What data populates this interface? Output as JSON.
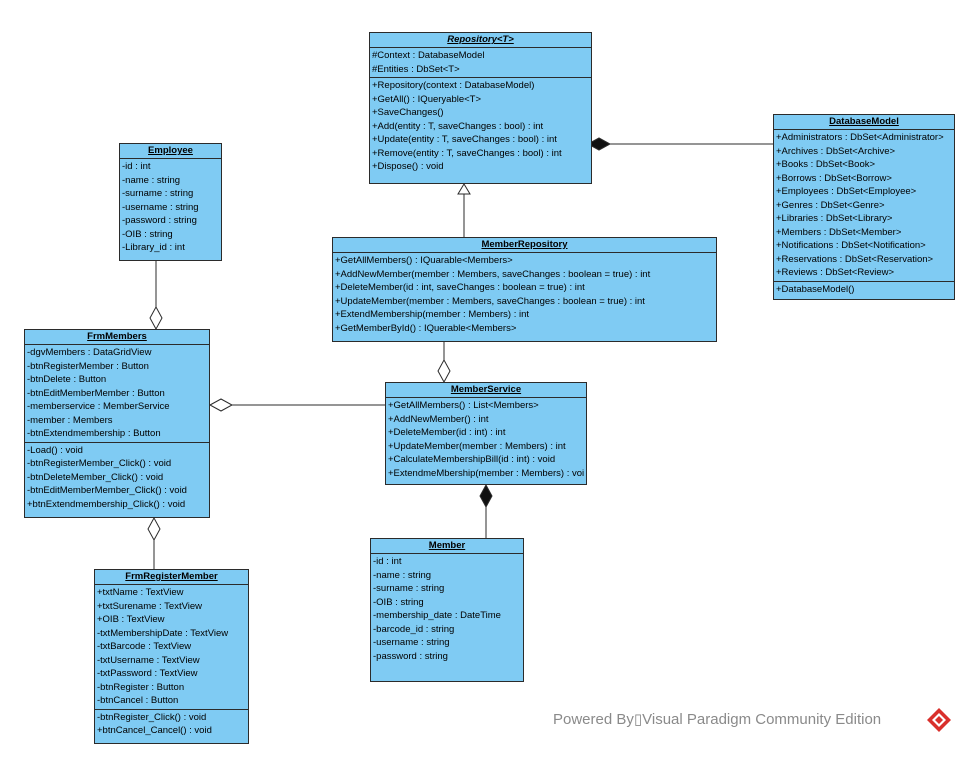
{
  "classes": {
    "repository": {
      "name": "Repository<T>",
      "attributes": [
        "#Context : DatabaseModel",
        "#Entities : DbSet<T>"
      ],
      "operations": [
        "+Repository(context : DatabaseModel)",
        "+GetAll() : IQueryable<T>",
        "+SaveChanges()",
        "+Add(entity : T, saveChanges : bool) : int",
        "+Update(entity : T, saveChanges : bool) : int",
        "+Remove(entity : T, saveChanges : bool) : int",
        "+Dispose() : void"
      ]
    },
    "database_model": {
      "name": "DatabaseModel",
      "attributes": [
        "+Administrators : DbSet<Administrator>",
        "+Archives : DbSet<Archive>",
        "+Books : DbSet<Book>",
        "+Borrows : DbSet<Borrow>",
        "+Employees : DbSet<Employee>",
        "+Genres : DbSet<Genre>",
        "+Libraries : DbSet<Library>",
        "+Members : DbSet<Member>",
        "+Notifications : DbSet<Notification>",
        "+Reservations : DbSet<Reservation>",
        "+Reviews : DbSet<Review>"
      ],
      "operations": [
        "+DatabaseModel()"
      ]
    },
    "employee": {
      "name": "Employee",
      "attributes": [
        "-id : int",
        "-name : string",
        "-surname : string",
        "-username : string",
        "-password : string",
        "-OIB : string",
        "-Library_id : int"
      ]
    },
    "member_repository": {
      "name": "MemberRepository",
      "operations": [
        "+GetAllMembers() : IQuarable<Members>",
        "+AddNewMember(member : Members, saveChanges : boolean = true) : int",
        "+DeleteMember(id : int, saveChanges : boolean = true) : int",
        "+UpdateMember(member : Members, saveChanges : boolean = true) : int",
        "+ExtendMembership(member : Members) : int",
        "+GetMemberById() : IQuerable<Members>"
      ]
    },
    "frm_members": {
      "name": "FrmMembers",
      "attributes": [
        "-dgvMembers : DataGridView",
        "-btnRegisterMember : Button",
        "-btnDelete : Button",
        "-btnEditMemberMember : Button",
        "-memberservice : MemberService",
        "-member : Members",
        "-btnExtendmembership : Button"
      ],
      "operations": [
        "-Load() : void",
        "-btnRegisterMember_Click() : void",
        "-btnDeleteMember_Click() : void",
        "-btnEditMemberMember_Click() : void",
        "+btnExtendmembership_Click() : void"
      ]
    },
    "member_service": {
      "name": "MemberService",
      "operations": [
        "+GetAllMembers() : List<Members>",
        "+AddNewMember() : int",
        "+DeleteMember(id : int) : int",
        "+UpdateMember(member : Members) : int",
        "+CalculateMembershipBill(id : int) : void",
        "+ExtendmeMbership(member : Members) : void"
      ]
    },
    "member": {
      "name": "Member",
      "attributes": [
        "-id : int",
        "-name : string",
        "-surname : string",
        "-OIB : string",
        "-membership_date : DateTime",
        "-barcode_id : string",
        "-username : string",
        "-password : string"
      ]
    },
    "frm_register_member": {
      "name": "FrmRegisterMember",
      "attributes": [
        "+txtName : TextView",
        "+txtSurename : TextView",
        "+OIB : TextView",
        "-txtMembershipDate : TextView",
        "-txtBarcode : TextView",
        "-txtUsername : TextView",
        "-txtPassword : TextView",
        "-btnRegister : Button",
        "-btnCancel : Button"
      ],
      "operations": [
        "-btnRegister_Click() : void",
        "+btnCancel_Cancel() : void"
      ]
    }
  },
  "watermark": "Powered By▯Visual Paradigm Community Edition",
  "colors": {
    "class_fill": "#7fcbf3",
    "border": "#2b2b2b",
    "watermark": "#8a8a8a",
    "logo": "#d9302c"
  }
}
